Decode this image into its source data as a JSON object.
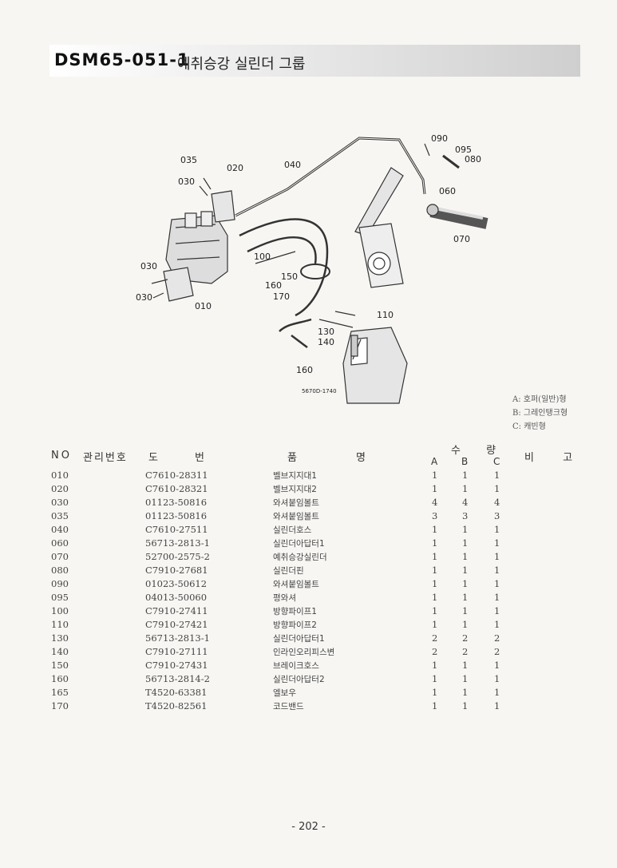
{
  "header": {
    "code": "DSM65-051-1",
    "title": "예취승강 실린더 그룹"
  },
  "diagram": {
    "labels": [
      "090",
      "095",
      "080",
      "035",
      "020",
      "040",
      "030",
      "060",
      "070",
      "100",
      "030",
      "150",
      "160",
      "030",
      "010",
      "170",
      "110",
      "130",
      "140",
      "160"
    ],
    "figure_code": "5670D-1740"
  },
  "legend": [
    "A: 호퍼(일반)형",
    "B: 그레인탱크형",
    "C: 캐빈형"
  ],
  "table": {
    "headers": {
      "no": "NO",
      "mgmt": "관리번호",
      "dwg1": "도",
      "dwg2": "번",
      "name1": "품",
      "name2": "명",
      "qty": "수 량",
      "remark": "비 고"
    },
    "qty_sub": [
      "A",
      "B",
      "C"
    ],
    "rows": [
      {
        "no": "010",
        "dwg": "C7610-28311",
        "name": "벨브지지대1",
        "a": "1",
        "b": "1",
        "c": "1"
      },
      {
        "no": "020",
        "dwg": "C7610-28321",
        "name": "벨브지지대2",
        "a": "1",
        "b": "1",
        "c": "1"
      },
      {
        "no": "030",
        "dwg": "01123-50816",
        "name": "와셔붙임볼트",
        "a": "4",
        "b": "4",
        "c": "4"
      },
      {
        "no": "035",
        "dwg": "01123-50816",
        "name": "와셔붙임볼트",
        "a": "3",
        "b": "3",
        "c": "3"
      },
      {
        "no": "040",
        "dwg": "C7610-27511",
        "name": "실린더호스",
        "a": "1",
        "b": "1",
        "c": "1"
      },
      {
        "no": "060",
        "dwg": "56713-2813-1",
        "name": "실린더아답터1",
        "a": "1",
        "b": "1",
        "c": "1"
      },
      {
        "no": "070",
        "dwg": "52700-2575-2",
        "name": "예취승강실린더",
        "a": "1",
        "b": "1",
        "c": "1"
      },
      {
        "no": "080",
        "dwg": "C7910-27681",
        "name": "실린더핀",
        "a": "1",
        "b": "1",
        "c": "1"
      },
      {
        "no": "090",
        "dwg": "01023-50612",
        "name": "와셔붙임볼트",
        "a": "1",
        "b": "1",
        "c": "1"
      },
      {
        "no": "095",
        "dwg": "04013-50060",
        "name": "평와셔",
        "a": "1",
        "b": "1",
        "c": "1"
      },
      {
        "no": "100",
        "dwg": "C7910-27411",
        "name": "방향파이프1",
        "a": "1",
        "b": "1",
        "c": "1"
      },
      {
        "no": "110",
        "dwg": "C7910-27421",
        "name": "방향파이프2",
        "a": "1",
        "b": "1",
        "c": "1"
      },
      {
        "no": "130",
        "dwg": "56713-2813-1",
        "name": "실린더아답터1",
        "a": "2",
        "b": "2",
        "c": "2"
      },
      {
        "no": "140",
        "dwg": "C7910-27111",
        "name": "인라인오리피스변",
        "a": "2",
        "b": "2",
        "c": "2"
      },
      {
        "no": "150",
        "dwg": "C7910-27431",
        "name": "브레이크호스",
        "a": "1",
        "b": "1",
        "c": "1"
      },
      {
        "no": "160",
        "dwg": "56713-2814-2",
        "name": "실린더아답터2",
        "a": "1",
        "b": "1",
        "c": "1"
      },
      {
        "no": "165",
        "dwg": "T4520-63381",
        "name": "엘보우",
        "a": "1",
        "b": "1",
        "c": "1"
      },
      {
        "no": "170",
        "dwg": "T4520-82561",
        "name": "코드밴드",
        "a": "1",
        "b": "1",
        "c": "1"
      }
    ]
  },
  "page_number": "- 202 -"
}
